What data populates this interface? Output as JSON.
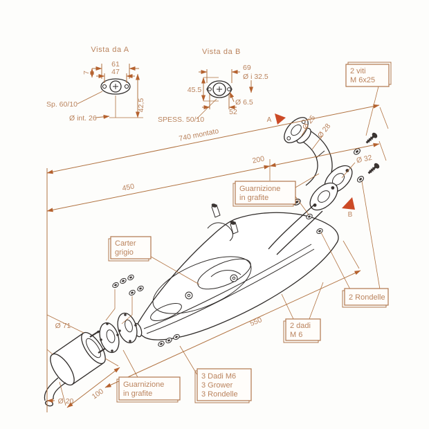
{
  "colors": {
    "dimension_line": "#b0713f",
    "dimension_text": "#ba835d",
    "arrow_red": "#cc4a26",
    "linework": "#2e2a28",
    "background": "#fdfdfb"
  },
  "views": {
    "vista_a": {
      "title": "Vista da A",
      "dim_width_outer": "61",
      "dim_width_holes": "47",
      "dim_offset": "7",
      "dim_height": "42,5",
      "dim_thickness": "Sp. 60/10",
      "dim_inner_diameter": "Ø int. 26"
    },
    "vista_b": {
      "title": "Vista da B",
      "dim_width_outer": "69",
      "dim_inner_diameter": "Ø i 32.5",
      "dim_height": "45.5",
      "dim_hole_diameter": "Ø 6.5",
      "dim_hole_spacing": "52",
      "dim_thickness": "SPESS. 50/10"
    }
  },
  "dimensions": {
    "overall_mounted": "740 montato",
    "length_front": "450",
    "length_rear": "200",
    "length_body": "550",
    "silencer_diameter": "Ø 71",
    "silencer_length": "100",
    "tailpipe_diameter": "Ø 20",
    "pipe_d25": "Ø 25",
    "pipe_d28": "Ø 28",
    "pipe_d32": "Ø 32"
  },
  "labels": {
    "screws": {
      "line1": "2 viti",
      "line2": "M 6x25"
    },
    "gasket_top": {
      "line1": "Guarnizione",
      "line2": "in grafite"
    },
    "carter": {
      "line1": "Carter",
      "line2": "grigio"
    },
    "washers": {
      "line1": "2 Rondelle"
    },
    "nuts_pair": {
      "line1": "2 dadi",
      "line2": "M 6"
    },
    "hardware_set": {
      "line1": "3 Dadi M6",
      "line2": "3 Grower",
      "line3": "3 Rondelle"
    },
    "gasket_bottom": {
      "line1": "Guarnizione",
      "line2": "in grafite"
    }
  },
  "markers": {
    "view_a": "A",
    "view_b": "B"
  }
}
